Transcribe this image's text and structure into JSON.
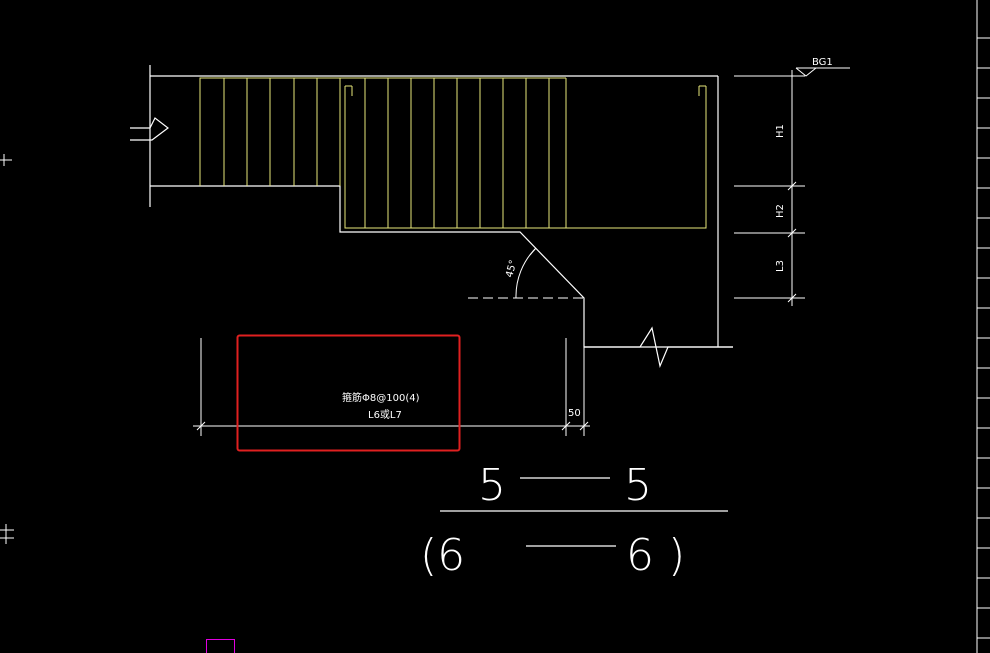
{
  "viewport": {
    "background": "#000000"
  },
  "annotations": {
    "elevation_tag": "BG1",
    "dim_h1": "H1",
    "dim_h2": "H2",
    "dim_l3": "L3",
    "angle": "45°",
    "dim_50": "50",
    "stirrup_spec": "箍筋Φ8@100(4)",
    "beam_ref": "L6或L7"
  },
  "section_label": {
    "top_left": "5",
    "top_right": "5",
    "bottom_left": "(6",
    "bottom_right": "6 )"
  },
  "selection": {
    "color": "#e02020"
  },
  "colors": {
    "line": "#ffffff",
    "rebar": "#e8e87a",
    "marker": "#e000e0"
  }
}
